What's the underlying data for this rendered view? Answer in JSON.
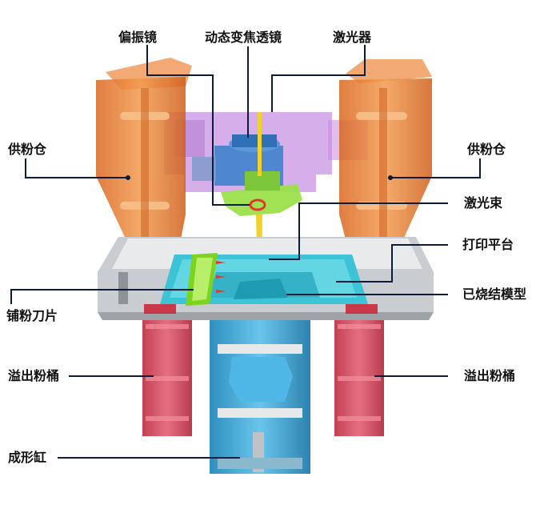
{
  "labels": {
    "galvo": "偏振镜",
    "dynamic_lens": "动态变焦透镜",
    "laser": "激光器",
    "hopper_left": "供粉仓",
    "hopper_right": "供粉仓",
    "laser_beam": "激光束",
    "build_platform": "打印平台",
    "sintered_model": "已烧结模型",
    "recoater_blade": "铺粉刀片",
    "overflow_left": "溢出粉桶",
    "overflow_right": "溢出粉桶",
    "build_cylinder": "成形缸"
  },
  "colors": {
    "hopper": "#e8822f",
    "laser": "#c58be0",
    "lens": "#3f82cc",
    "galvo": "#9be04a",
    "beam": "#f1d22b",
    "powder_bed": "#3cc3d6",
    "blade": "#7ed321",
    "overflow_bin": "#c8283a",
    "build_cylinder": "#2a9fd0",
    "leader": "#0d1b3a"
  }
}
